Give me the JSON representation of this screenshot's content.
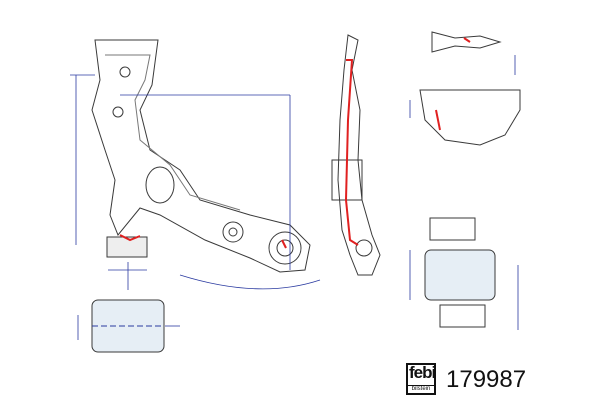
{
  "brand": {
    "logo_main": "febi",
    "logo_sub": "bilstein"
  },
  "part_number": "179987",
  "colors": {
    "line": "#3a3a3a",
    "dimension": "#2a3aa0",
    "highlight": "#e02020",
    "fill": "#e8e8e8"
  }
}
